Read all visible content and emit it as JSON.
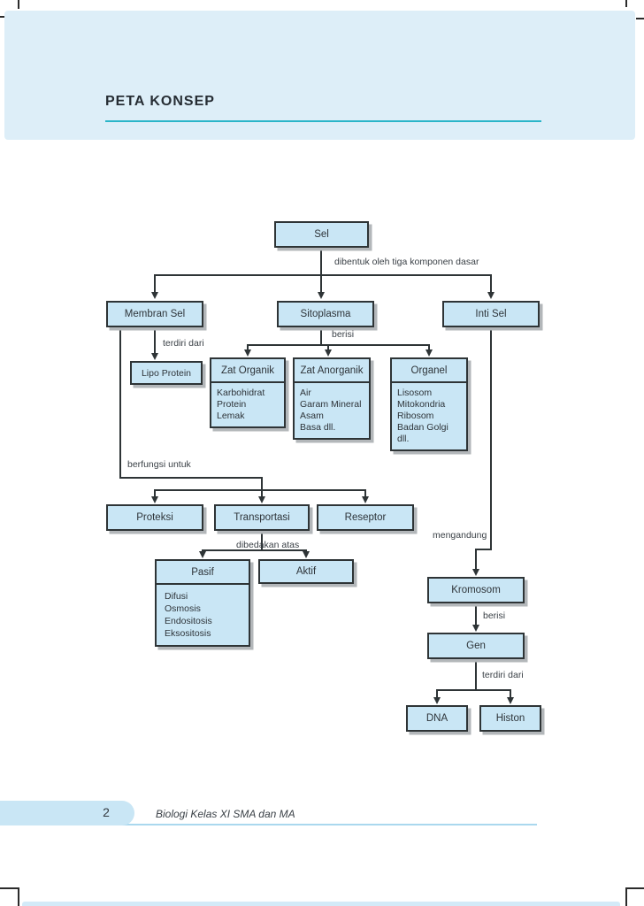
{
  "page": {
    "header": {
      "title": "PETA KONSEP"
    },
    "footer": {
      "page_number": "2",
      "book_title": "Biologi Kelas XI SMA dan MA"
    }
  },
  "colors": {
    "panel_background": "#ddeef8",
    "title_rule": "#2ab5c8",
    "node_fill": "#c9e6f5",
    "node_border": "#2e3436",
    "node_shadow": "#b3b7ba",
    "connector": "#2e3436",
    "footer_bar": "#c9e6f5",
    "footer_rule": "#aad8ee"
  },
  "concept_map": {
    "nodes": {
      "sel": "Sel",
      "membran_sel": "Membran Sel",
      "sitoplasma": "Sitoplasma",
      "inti_sel": "Inti Sel",
      "lipo_protein": "Lipo Protein",
      "zat_organik": {
        "title": "Zat Organik",
        "items": [
          "Karbohidrat",
          "Protein",
          "Lemak"
        ]
      },
      "zat_anorganik": {
        "title": "Zat Anorganik",
        "items": [
          "Air",
          "Garam Mineral",
          "Asam",
          "Basa dll."
        ]
      },
      "organel": {
        "title": "Organel",
        "items": [
          "Lisosom",
          "Mitokondria",
          "Ribosom",
          "Badan Golgi",
          "dll."
        ]
      },
      "proteksi": "Proteksi",
      "transportasi": "Transportasi",
      "reseptor": "Reseptor",
      "pasif": {
        "title": "Pasif",
        "items": [
          "Difusi",
          "Osmosis",
          "Endositosis",
          "Eksositosis"
        ]
      },
      "aktif": "Aktif",
      "kromosom": "Kromosom",
      "gen": "Gen",
      "dna": "DNA",
      "histon": "Histon"
    },
    "edge_labels": {
      "sel_components": "dibentuk oleh tiga komponen dasar",
      "membran_terdiri": "terdiri dari",
      "sitoplasma_berisi": "berisi",
      "membran_fungsi": "berfungsi untuk",
      "transportasi_dibedakan": "dibedakan atas",
      "inti_mengandung": "mengandung",
      "kromosom_berisi": "berisi",
      "gen_terdiri": "terdiri dari"
    }
  }
}
